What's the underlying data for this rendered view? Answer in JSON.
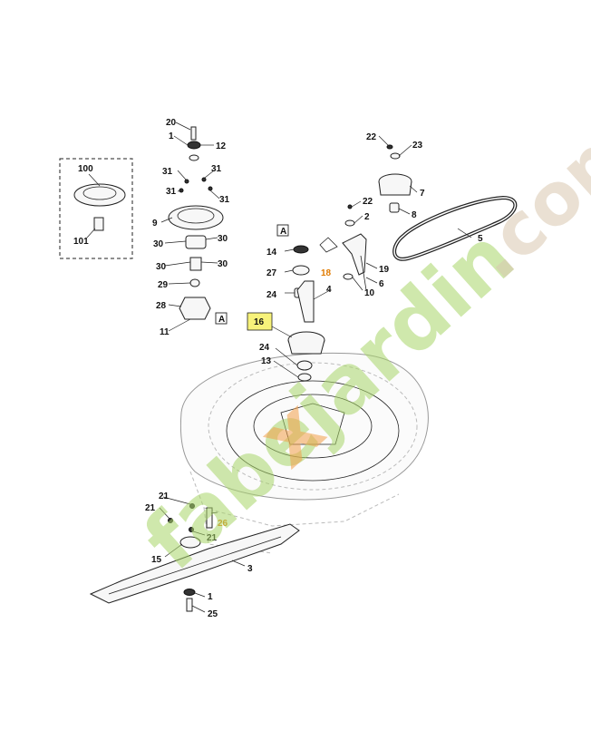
{
  "colors": {
    "watermark_green": "#a9d66a",
    "watermark_tan": "#d9c8b0",
    "watermark_orange": "#f2a04a",
    "highlight_yellow": "#f7f27a",
    "line": "#222222"
  },
  "callouts": {
    "c100": "100",
    "c101": "101",
    "c20": "20",
    "c1a": "1",
    "c12": "12",
    "c31a": "31",
    "c31b": "31",
    "c31c": "31",
    "c31d": "31",
    "c9": "9",
    "c30a": "30",
    "c30b": "30",
    "c30c": "30",
    "c30d": "30",
    "c29": "29",
    "c28": "28",
    "c11": "11",
    "cA1": "A",
    "c22a": "22",
    "c23": "23",
    "c7": "7",
    "c22b": "22",
    "c2": "2",
    "c8": "8",
    "c5": "5",
    "cA2": "A",
    "c14": "14",
    "c18": "18",
    "c19": "19",
    "c27": "27",
    "c6": "6",
    "c10": "10",
    "c24a": "24",
    "c4": "4",
    "c16": "16",
    "c24b": "24",
    "c13": "13",
    "c21a": "21",
    "c21b": "21",
    "c26": "26",
    "c21c": "21",
    "c15": "15",
    "c3": "3",
    "c1b": "1",
    "c25": "25"
  },
  "watermark": {
    "brand": "fabe",
    "brand2": "x",
    "brand3": "jardin",
    "suffix": ".com"
  }
}
